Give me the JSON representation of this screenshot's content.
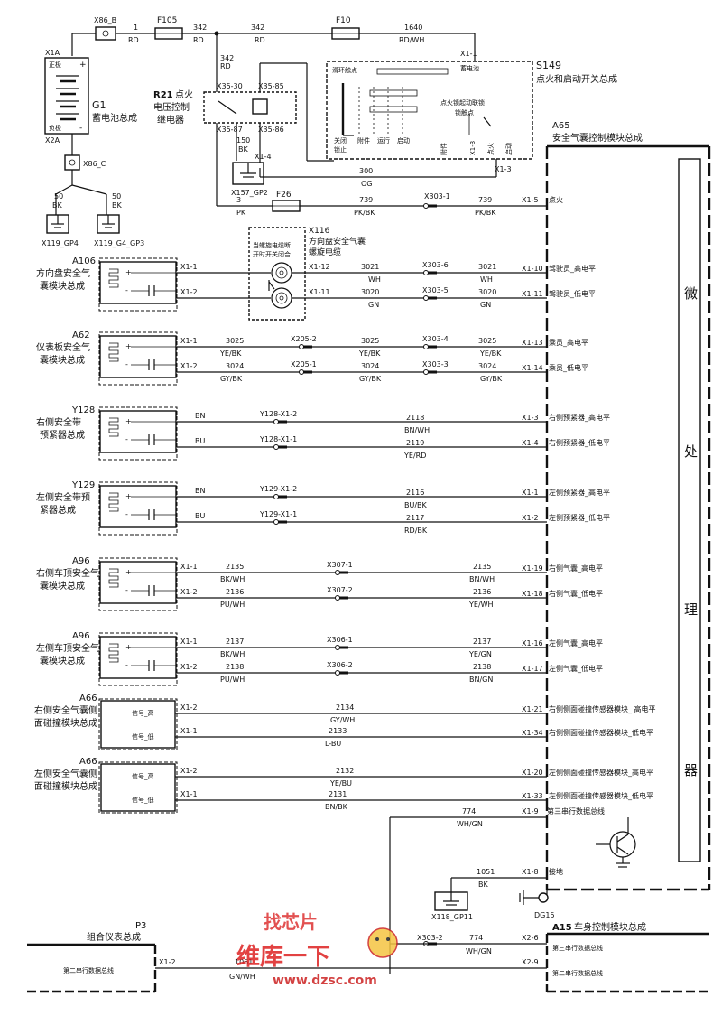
{
  "top": {
    "x86b": "X86_B",
    "w1_num": "1",
    "w1_col": "RD",
    "f105": "F105",
    "w342a_num": "342",
    "w342a_col": "RD",
    "w342b_num": "342",
    "w342b_col": "RD",
    "f10": "F10",
    "w1640_num": "1640",
    "w1640_col": "RD/WH",
    "w342c_num": "342",
    "w342c_col": "RD"
  },
  "battery": {
    "x1a": "X1A",
    "pos": "正极",
    "neg": "负极",
    "x2a": "X2A",
    "ref": "G1",
    "name": "蓄电池总成",
    "x86c": "X86_C",
    "w50a": "50",
    "w50a_col": "BK",
    "w50b": "50",
    "w50b_col": "BK",
    "gp4": "X119_GP4",
    "gp3": "X119_G4_GP3"
  },
  "relay": {
    "ref": "R21",
    "name1": "点火",
    "name2": "电压控制",
    "name3": "继电器",
    "p30": "X35-30",
    "p85": "X35-85",
    "p87": "X35-87",
    "p86": "X35-86",
    "w150": "150",
    "w150_col": "BK",
    "x14": "X1-4",
    "gp2": "X157_GP2"
  },
  "switch": {
    "ref": "S149",
    "name": "点火和启动开关总成",
    "x11": "X1-1",
    "x13": "X1-3",
    "lbl_slip": "滑环触点",
    "lbl_batt": "蓄电池",
    "lbl_lock": "点火锁起动联锁",
    "lbl_lock2": "锁触点",
    "lbl_off": "关闭",
    "lbl_acc": "附件",
    "lbl_run": "运行",
    "lbl_start": "启动",
    "lbl_lock3": "锁止",
    "lbl_v1": "附件",
    "lbl_v2": "X1-3",
    "lbl_v3": "点火",
    "lbl_v4": "启动",
    "w300": "300",
    "w300_col": "OG"
  },
  "module": {
    "ref": "A65",
    "name": "安全气囊控制模块总成",
    "vlabel": [
      "微",
      "处",
      "理",
      "器"
    ]
  },
  "ign": {
    "w3": "3",
    "w3_col": "PK",
    "f26": "F26",
    "w739a": "739",
    "w739a_col": "PK/BK",
    "x3031": "X303-1",
    "w739b": "739",
    "w739b_col": "PK/BK",
    "pin": "X1-5",
    "func": "点火"
  },
  "clock": {
    "ref": "X116",
    "name1": "方向盘安全气囊",
    "name2": "螺旋电缆",
    "note1": "当螺旋电缆断",
    "note2": "开时开关闭合"
  },
  "rows": [
    {
      "ref": "A106",
      "n1": "方向盘安全气",
      "n2": "囊模块总成",
      "p1": "X1-1",
      "p2": "X1-2",
      "c1a": "X1-12",
      "c2a": "X1-11",
      "w1a": "3021",
      "c1": "WH",
      "w2a": "3020",
      "c2": "GN",
      "x1": "X303-6",
      "x2": "X303-5",
      "w1b": "3021",
      "c1b": "WH",
      "w2b": "3020",
      "c2b": "GN",
      "m1": "X1-10",
      "m2": "X1-11",
      "f1": "驾驶员_高电平",
      "f2": "驾驶员_低电平"
    },
    {
      "ref": "A62",
      "n1": "仪表板安全气",
      "n2": "囊模块总成",
      "p1": "X1-1",
      "p2": "X1-2",
      "pa1": "3025",
      "pa1c": "YE/BK",
      "pa2": "3024",
      "pa2c": "GY/BK",
      "xa1": "X205-2",
      "xa2": "X205-1",
      "w1a": "3025",
      "c1": "YE/BK",
      "w2a": "3024",
      "c2": "GY/BK",
      "x1": "X303-4",
      "x2": "X303-3",
      "w1b": "3025",
      "c1b": "YE/BK",
      "w2b": "3024",
      "c2b": "GY/BK",
      "m1": "X1-13",
      "m2": "X1-14",
      "f1": "乘员_高电平",
      "f2": "乘员_低电平"
    },
    {
      "ref": "Y128",
      "n1": "右侧安全带",
      "n2": "预紧器总成",
      "pa1": "BN",
      "pa2": "BU",
      "x1": "Y128-X1-2",
      "x2": "Y128-X1-1",
      "w1": "2118",
      "c1": "BN/WH",
      "w2": "2119",
      "c2": "YE/RD",
      "m1": "X1-3",
      "m2": "X1-4",
      "f1": "右侧预紧器_高电平",
      "f2": "右侧预紧器_低电平"
    },
    {
      "ref": "Y129",
      "n1": "左侧安全带预",
      "n2": "紧器总成",
      "pa1": "BN",
      "pa2": "BU",
      "x1": "Y129-X1-2",
      "x2": "Y129-X1-1",
      "w1": "2116",
      "c1": "BU/BK",
      "w2": "2117",
      "c2": "RD/BK",
      "m1": "X1-1",
      "m2": "X1-2",
      "f1": "左侧预紧器_高电平",
      "f2": "左侧预紧器_低电平"
    },
    {
      "ref": "A96",
      "n1": "右侧车顶安全气",
      "n2": "囊模块总成",
      "p1": "X1-1",
      "p2": "X1-2",
      "wa1": "2135",
      "ca1": "BK/WH",
      "wa2": "2136",
      "ca2": "PU/WH",
      "x1": "X307-1",
      "x2": "X307-2",
      "w1": "2135",
      "c1": "BN/WH",
      "w2": "2136",
      "c2": "YE/WH",
      "m1": "X1-19",
      "m2": "X1-18",
      "f1": "右侧气囊_高电平",
      "f2": "右侧气囊_低电平"
    },
    {
      "ref": "A96",
      "n1": "左侧车顶安全气",
      "n2": "囊模块总成",
      "p1": "X1-1",
      "p2": "X1-2",
      "wa1": "2137",
      "ca1": "BK/WH",
      "wa2": "2138",
      "ca2": "PU/WH",
      "x1": "X306-1",
      "x2": "X306-2",
      "w1": "2137",
      "c1": "YE/GN",
      "w2": "2138",
      "c2": "BN/GN",
      "m1": "X1-16",
      "m2": "X1-17",
      "f1": "左侧气囊_高电平",
      "f2": "左侧气囊_低电平"
    }
  ],
  "sensors": [
    {
      "ref": "A66",
      "n1": "右侧安全气囊侧",
      "n2": "面碰撞模块总成",
      "s1": "信号_高",
      "s2": "信号_低",
      "p1": "X1-2",
      "p2": "X1-1",
      "w1": "2134",
      "c1": "GY/WH",
      "w2": "2133",
      "c2": "L-BU",
      "m1": "X1-21",
      "m2": "X1-34",
      "f1": "右侧侧面碰撞传感器模块_ 高电平",
      "f2": "右侧侧面碰撞传感器模块_低电平"
    },
    {
      "ref": "A66",
      "n1": "左侧安全气囊侧",
      "n2": "面碰撞模块总成",
      "s1": "信号_高",
      "s2": "信号_低",
      "p1": "X1-2",
      "p2": "X1-1",
      "w1": "2132",
      "c1": "YE/BU",
      "w2": "2131",
      "c2": "BN/BK",
      "m1": "X1-20",
      "m2": "X1-33",
      "f1": "左侧侧面碰撞传感器模块_高电平",
      "f2": "左侧侧面碰撞传感器模块_低电平"
    }
  ],
  "data": {
    "w774": "774",
    "w774_col": "WH/GN",
    "pin": "X1-9",
    "func": "第三串行数据总线",
    "w1051": "1051",
    "w1051_col": "BK",
    "gpin": "X1-8",
    "gfunc": "接地",
    "gp11": "X118_GP11",
    "dg15": "DG15"
  },
  "bottom": {
    "p3": "P3",
    "p3name": "组合仪表总成",
    "p3pin": "X1-2",
    "p3func": "第二串行数据总线",
    "w1061": "1061",
    "w1061_col": "GN/WH",
    "x3032": "X303-2",
    "w774": "774",
    "w774_col": "WH/GN",
    "a15": "A15",
    "a15name": "车身控制模块总成",
    "a15p1": "X2-6",
    "a15f1": "第三串行数据总线",
    "a15p2": "X2-9",
    "a15f2": "第二串行数据总线"
  },
  "watermark": {
    "t1": "找芯片",
    "t2": "维库一下",
    "t3": "www.dzsc.com"
  }
}
